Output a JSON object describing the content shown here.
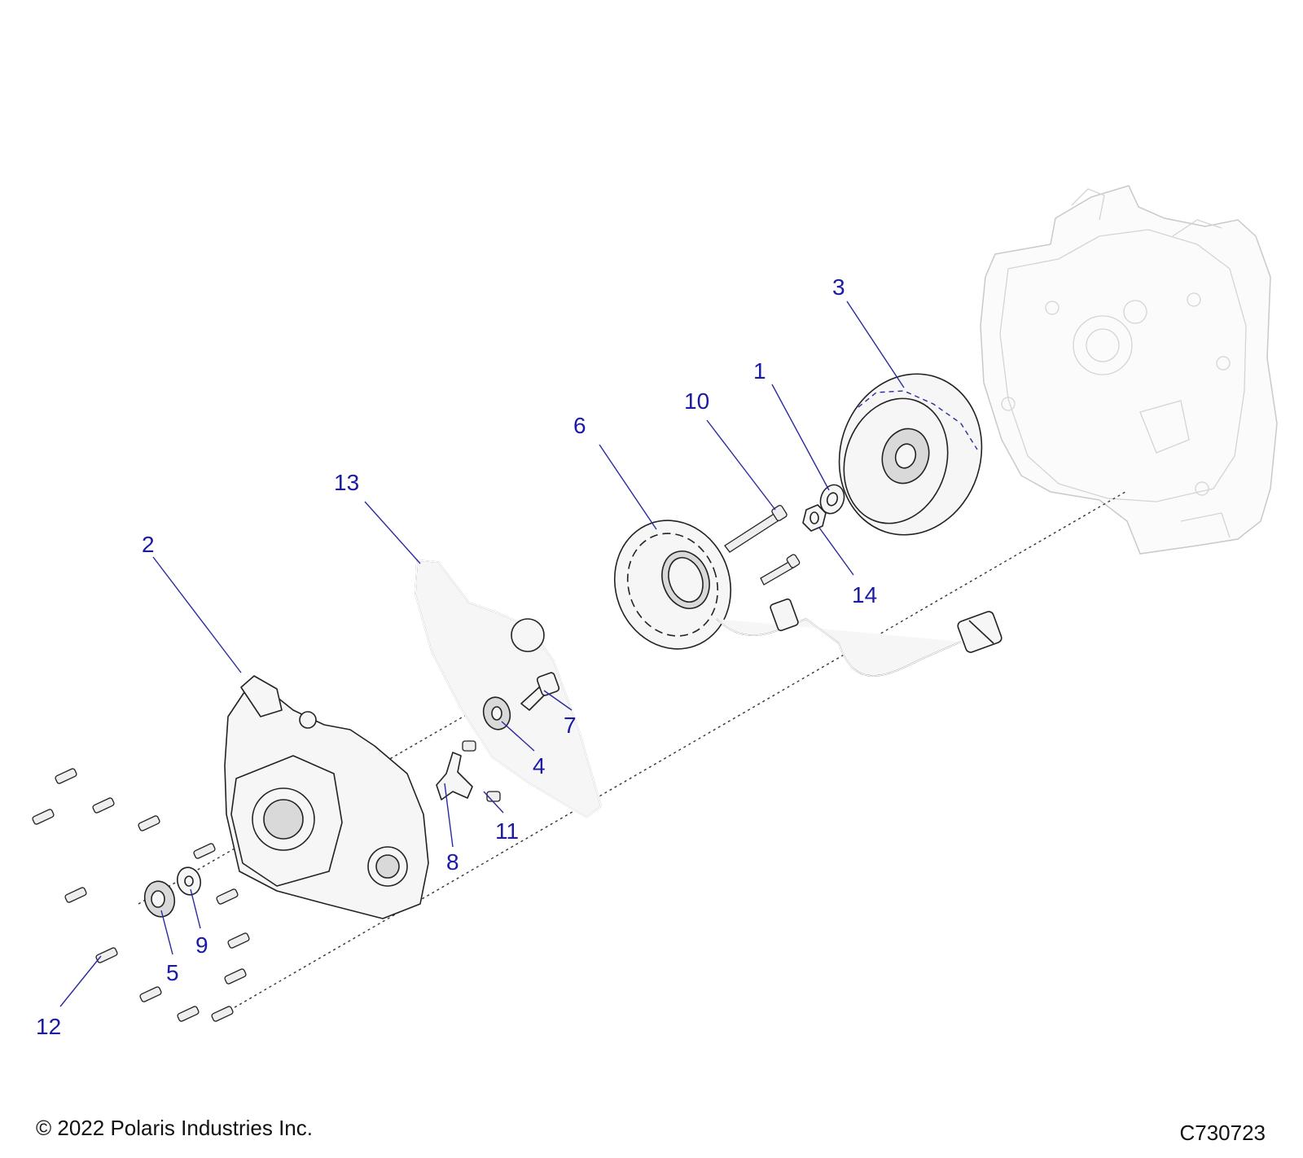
{
  "footer": {
    "copyright": "© 2022 Polaris Industries Inc.",
    "figure_id": "C730723"
  },
  "callouts": [
    "1",
    "2",
    "3",
    "4",
    "5",
    "6",
    "7",
    "8",
    "9",
    "10",
    "11",
    "12",
    "13",
    "14"
  ],
  "colors": {
    "callout_text": "#1a1aa6",
    "leader_line": "#2a2aa0",
    "part_outline": "#222222",
    "ghost_part": "#c9c9c9"
  }
}
